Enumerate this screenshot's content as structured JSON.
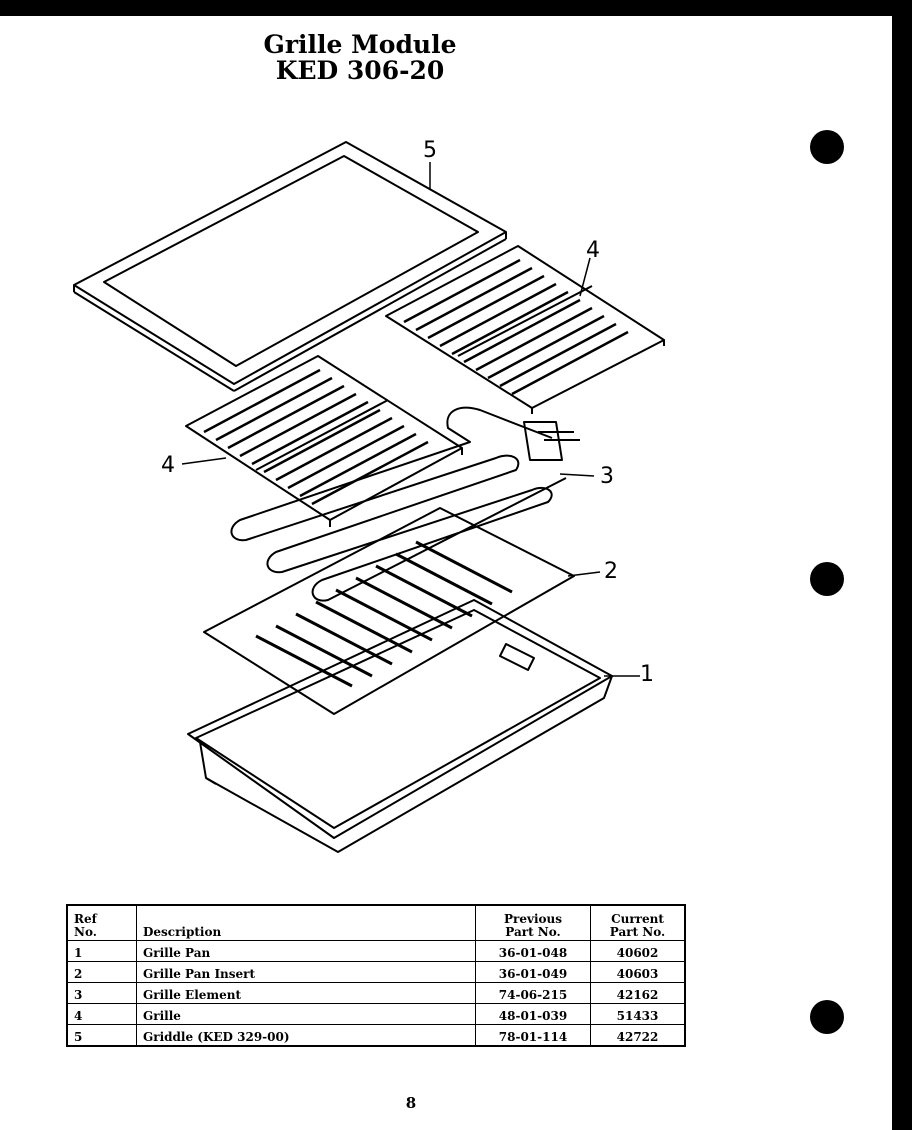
{
  "title": {
    "line1": "Grille Module",
    "line2": "KED 306-20"
  },
  "callouts": {
    "c5": "5",
    "c4a": "4",
    "c4b": "4",
    "c3": "3",
    "c2": "2",
    "c1": "1"
  },
  "table": {
    "headers": {
      "ref_line1": "Ref",
      "ref_line2": "No.",
      "desc": "Description",
      "prev_line1": "Previous",
      "prev_line2": "Part No.",
      "curr_line1": "Current",
      "curr_line2": "Part No."
    },
    "rows": [
      {
        "ref": "1",
        "desc": "Grille Pan",
        "prev": "36-01-048",
        "curr": "40602"
      },
      {
        "ref": "2",
        "desc": "Grille Pan Insert",
        "prev": "36-01-049",
        "curr": "40603"
      },
      {
        "ref": "3",
        "desc": "Grille Element",
        "prev": "74-06-215",
        "curr": "42162"
      },
      {
        "ref": "4",
        "desc": "Grille",
        "prev": "48-01-039",
        "curr": "51433"
      },
      {
        "ref": "5",
        "desc": "Griddle (KED 329-00)",
        "prev": "78-01-114",
        "curr": "42722"
      }
    ]
  },
  "page_number": "8"
}
